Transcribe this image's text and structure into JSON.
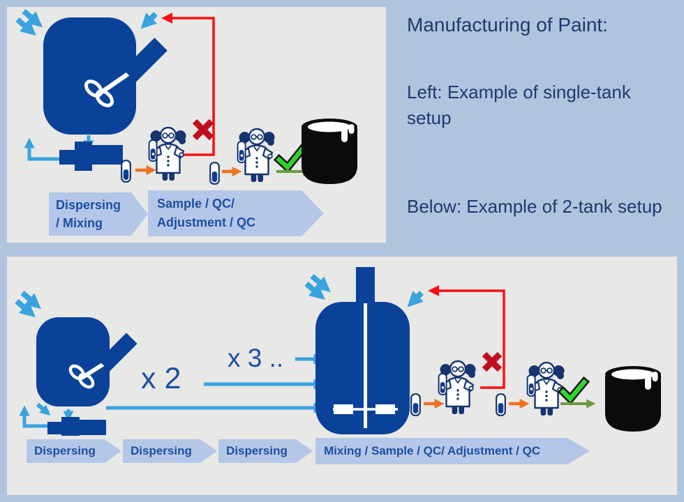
{
  "title": "Manufacturing of Paint:",
  "captions": {
    "left": "Left: Example of single-tank setup",
    "below": "Below: Example of 2-tank setup"
  },
  "single_tank": {
    "steps": [
      {
        "line1": "Dispersing",
        "line2": "/ Mixing"
      },
      {
        "line1": "Sample / QC/",
        "line2": "Adjustment / QC"
      }
    ]
  },
  "two_tank": {
    "steps": [
      "Dispersing",
      "Dispersing",
      "Dispersing",
      "Mixing / Sample / QC/ Adjustment / QC"
    ],
    "multipliers": {
      "x2": "x 2",
      "x3": "x 3 .."
    }
  },
  "colors": {
    "background": "#b1c4de",
    "panel": "#e8e8e7",
    "tank_blue": "#0b4299",
    "flow_blue": "#38a3dc",
    "chevron_fill": "#b5c7e8",
    "chevron_text": "#1d4fa1",
    "caption_text": "#1e3a6d",
    "sample_orange": "#ee7123",
    "feedback_red": "#f80f12",
    "reject_x_red": "#c00f1f",
    "approve_green": "#2fd32f",
    "release_green": "#6d9a41",
    "bucket_black": "#0b0b0b",
    "scientist_navy": "#16356f"
  },
  "icons": {
    "feed": "feed-arrows-icon",
    "tank": "tank-icon",
    "mixer": "mixer-icon",
    "recycle": "recycle-loop-icon",
    "pump": "pump-icon",
    "tube": "test-tube-icon",
    "scientist": "scientist-icon",
    "reject": "reject-x-icon",
    "approve": "approve-check-icon",
    "bucket": "paint-bucket-icon"
  }
}
